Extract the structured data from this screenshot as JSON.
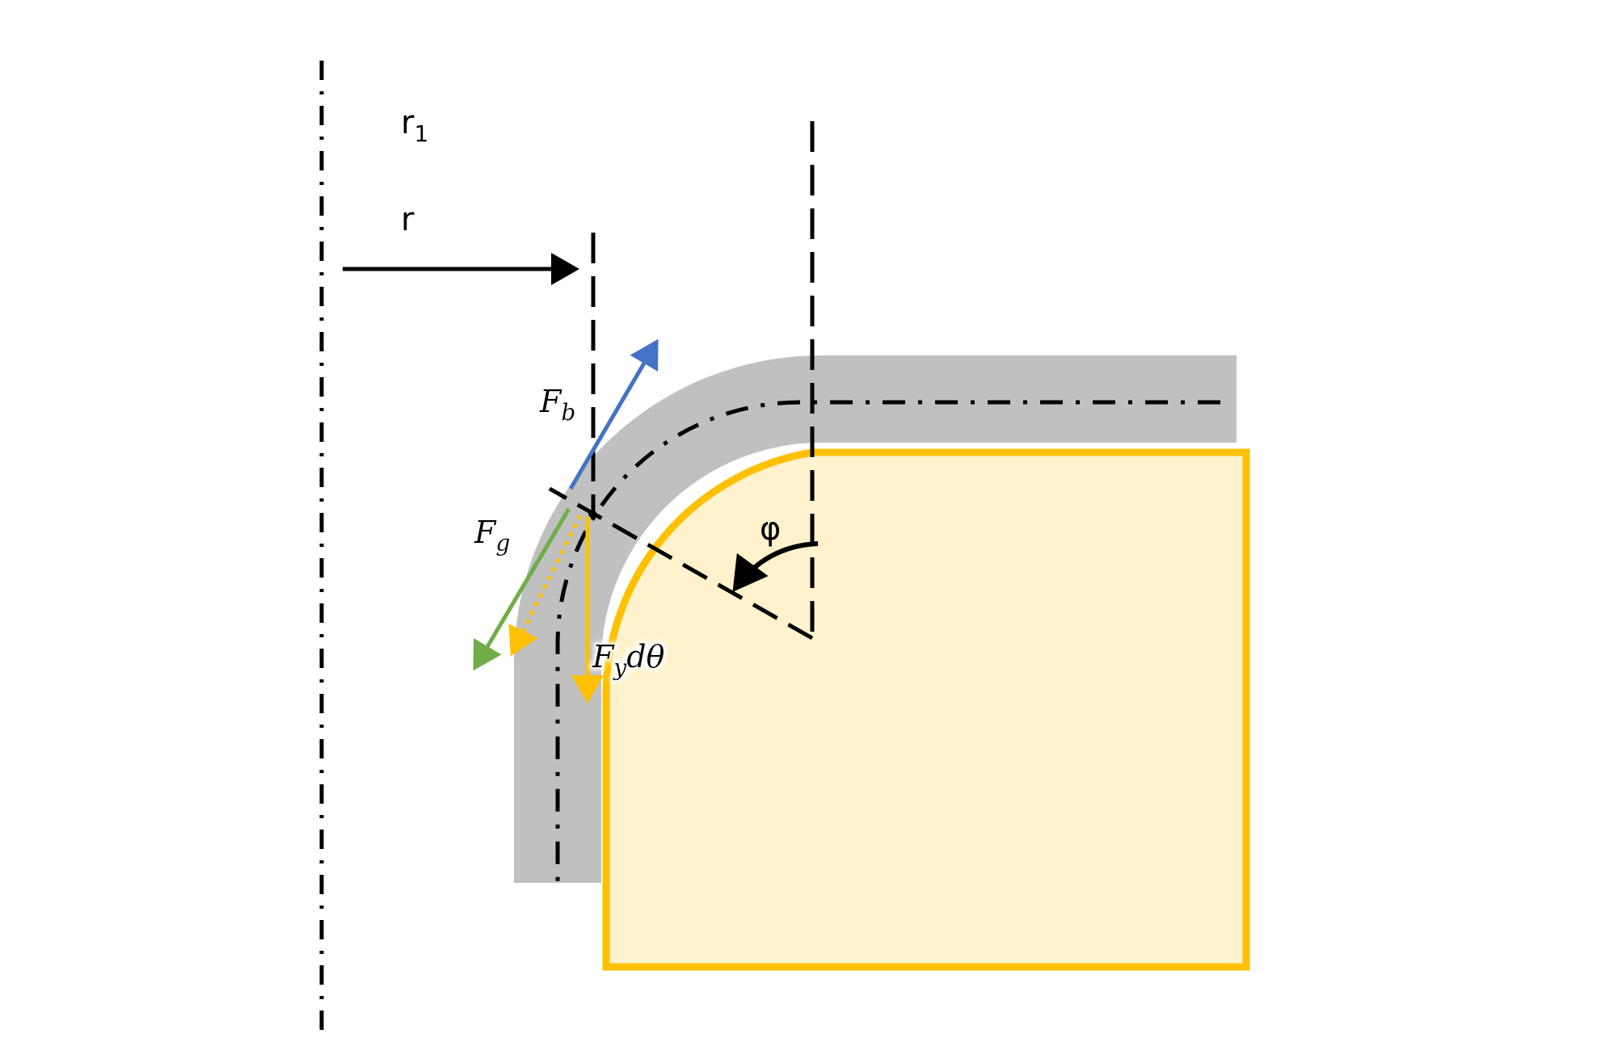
{
  "labels": {
    "r1_main": "r",
    "r1_sub": "1",
    "r": "r",
    "Fb_main": "F",
    "Fb_sub": "b",
    "Fg_main": "F",
    "Fg_sub": "g",
    "Fy_main": "F",
    "Fy_sub": "y",
    "Fy_tail": "dθ",
    "phi": "φ"
  },
  "colors": {
    "strip": "#c0c0c0",
    "die_fill": "#fff2cc",
    "die_border": "#ffc000",
    "Fb_arrow": "#4472c4",
    "Fg_arrow": "#70ad47",
    "Fy_arrow": "#ffc000",
    "lines": "#000000"
  }
}
